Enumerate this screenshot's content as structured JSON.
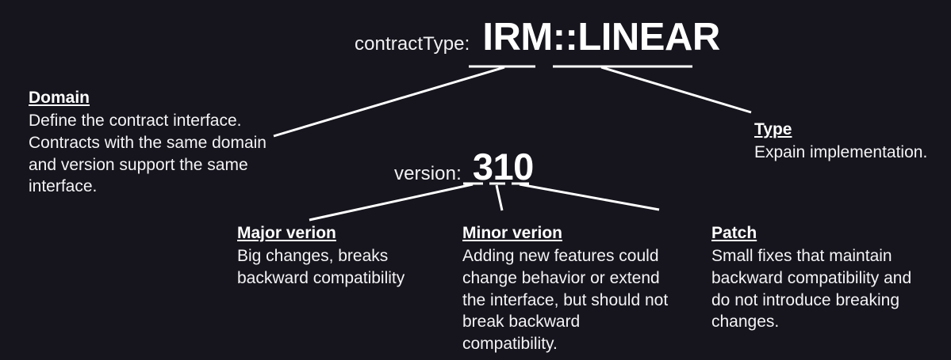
{
  "canvas": {
    "background_color": "#16151d",
    "text_color": "#ffffff",
    "line_color": "#ffffff"
  },
  "header": {
    "label": "contractType:",
    "value": "IRM::LINEAR"
  },
  "version": {
    "label": "version:",
    "value": "310"
  },
  "notes": {
    "domain": {
      "title": "Domain",
      "body": "Define the contract interface. Contracts with the same domain and version support the same interface."
    },
    "type": {
      "title": "Type",
      "body": "Expain implementation."
    },
    "major": {
      "title": "Major verion",
      "body": "Big changes, breaks backward compatibility"
    },
    "minor": {
      "title": "Minor verion",
      "body": "Adding new features could change behavior or extend the interface, but should not break backward compatibility."
    },
    "patch": {
      "title": "Patch",
      "body": "Small fixes that maintain backward compatibility and do not introduce breaking changes."
    }
  }
}
